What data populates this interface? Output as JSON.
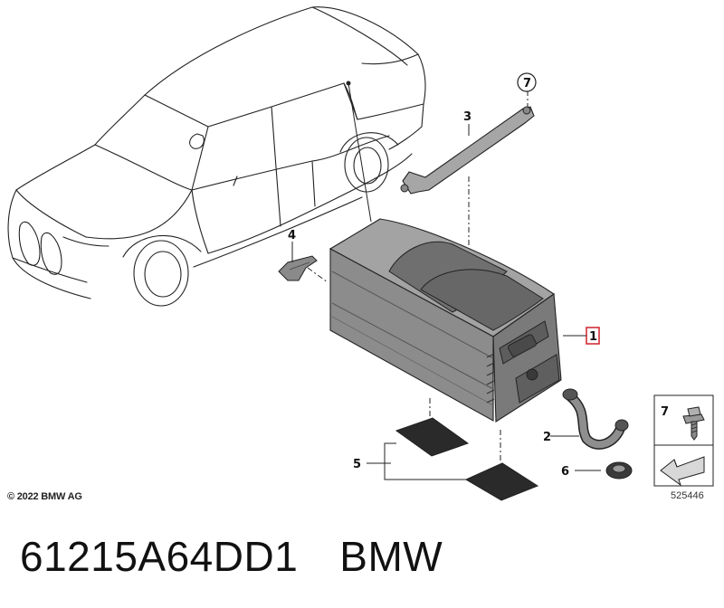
{
  "callouts": {
    "c1": "1",
    "c2": "2",
    "c3": "3",
    "c4": "4",
    "c5": "5",
    "c6": "6",
    "c7": "7",
    "legend7": "7"
  },
  "copyright": "© 2022 BMW AG",
  "diagram_id": "525446",
  "part_number": "61215A64DD1",
  "brand": "BMW",
  "colors": {
    "outline": "#222222",
    "housing": "#8c8c8c",
    "housing_dark": "#6e6e6e",
    "pad": "#2a2a2a",
    "highlight_box": "#d0202a"
  }
}
